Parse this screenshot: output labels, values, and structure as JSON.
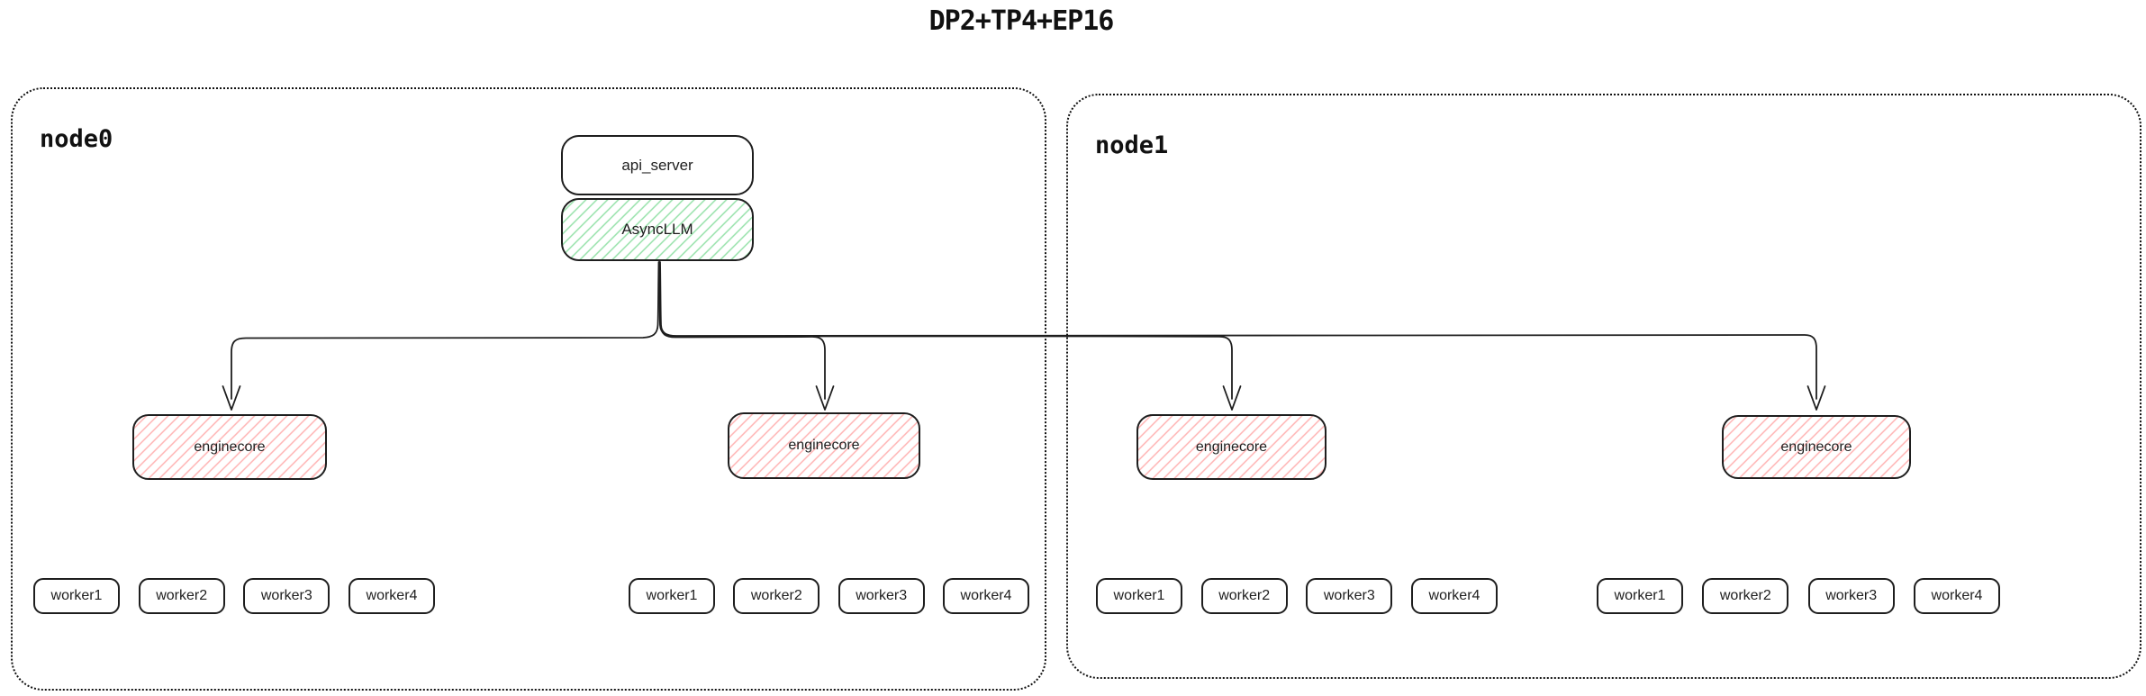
{
  "title": "DP2+TP4+EP16",
  "node0": {
    "label": "node0"
  },
  "node1": {
    "label": "node1"
  },
  "api_server": {
    "label": "api_server"
  },
  "async_llm": {
    "label": "AsyncLLM"
  },
  "enginecores": [
    {
      "label": "enginecore"
    },
    {
      "label": "enginecore"
    },
    {
      "label": "enginecore"
    },
    {
      "label": "enginecore"
    }
  ],
  "workers": [
    "worker1",
    "worker2",
    "worker3",
    "worker4"
  ],
  "colors": {
    "stroke": "#1e1e1e",
    "node_border": "#111111",
    "green_hatch": "#4fcd70",
    "red_hatch": "#ff8080",
    "background": "#ffffff"
  }
}
